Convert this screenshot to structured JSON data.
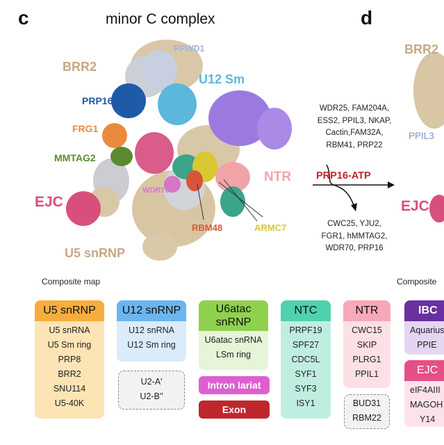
{
  "panel_c": {
    "letter": "c",
    "title": "minor C complex",
    "labels": {
      "ppwd1": "PPWD1",
      "brr2": "BRR2",
      "u12sm": "U12 Sm",
      "prp16": "PRP16",
      "frg1": "FRG1",
      "mmtag2": "MMTAG2",
      "ntr": "NTR",
      "ejc": "EJC",
      "wdr70": "WDR70",
      "armc7": "ARMC7",
      "rbm48": "RBM48",
      "u5snrnp": "U5 snRNP"
    },
    "colors": {
      "ppwd1": "#a7b4d6",
      "brr2": "#c6a982",
      "u12sm": "#5bb8dc",
      "prp16": "#1f5aa8",
      "frg1": "#ea8a3c",
      "mmtag2": "#5c8a2e",
      "ntr": "#f2a3a8",
      "ejc": "#d94f7b",
      "wdr70": "#d774c4",
      "armc7": "#d8c832",
      "rbm48": "#d9553a",
      "u5snrnp": "#c6a982"
    }
  },
  "transition": {
    "released": [
      "WDR25, FAM204A,",
      "ESS2, PPIL3, NKAP,",
      "Cactin,FAM32A,",
      "RBM41, PRP22"
    ],
    "enzyme": "PRP16-ATP",
    "added": [
      "CWC25, YJU2,",
      "FGR1, hMMTAG2,",
      "WDR70, PRP16"
    ]
  },
  "panel_d": {
    "letter": "d",
    "labels": {
      "brr2": "BRR2",
      "ppil3": "PPIL3",
      "ejc": "EJC"
    },
    "caption": "Composite"
  },
  "composite_caption": "Composite map",
  "legend": {
    "u5snrnp": {
      "header": "U5 snRNP",
      "items": [
        "U5 snRNA",
        "U5 Sm ring",
        "PRP8",
        "BRR2",
        "SNU114",
        "U5-40K"
      ]
    },
    "u12snrnp": {
      "header": "U12 snRNP",
      "items": [
        "U12 snRNA",
        "U12 Sm ring"
      ],
      "dashed": [
        "U2-A'",
        "U2-B''"
      ]
    },
    "u6atac": {
      "header_line1": "U6atac",
      "header_line2": "snRNP",
      "items": [
        "U6atac snRNA",
        "LSm ring"
      ],
      "intron": "Intron lariat",
      "exon": "Exon"
    },
    "ntc": {
      "header": "NTC",
      "items": [
        "PRPF19",
        "SPF27",
        "CDC5L",
        "SYF1",
        "SYF3",
        "ISY1"
      ]
    },
    "ntr": {
      "header": "NTR",
      "items": [
        "CWC15",
        "SKIP",
        "PLRG1",
        "PPIL1"
      ],
      "dashed": [
        "BUD31",
        "RBM22"
      ]
    },
    "ibc": {
      "header": "IBC",
      "items": [
        "Aquarius",
        "PPIE"
      ]
    },
    "ejc": {
      "header": "EJC",
      "items": [
        "eIF4AIII",
        "MAGOH",
        "Y14"
      ]
    }
  }
}
